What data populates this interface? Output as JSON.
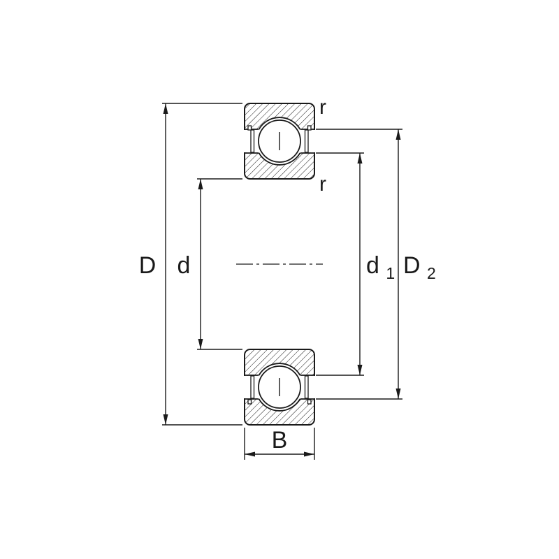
{
  "diagram": {
    "labels": {
      "outer_diameter": "D",
      "bore_diameter": "d",
      "shoulder_diameter_main": "d",
      "shoulder_diameter_sub": "1",
      "recess_diameter_main": "D",
      "recess_diameter_sub": "2",
      "width": "B",
      "outer_corner_radius": "r",
      "inner_corner_radius": "r"
    },
    "colors": {
      "line": "#1a1a1a",
      "background": "#ffffff",
      "fill_void": "#ffffff"
    }
  }
}
